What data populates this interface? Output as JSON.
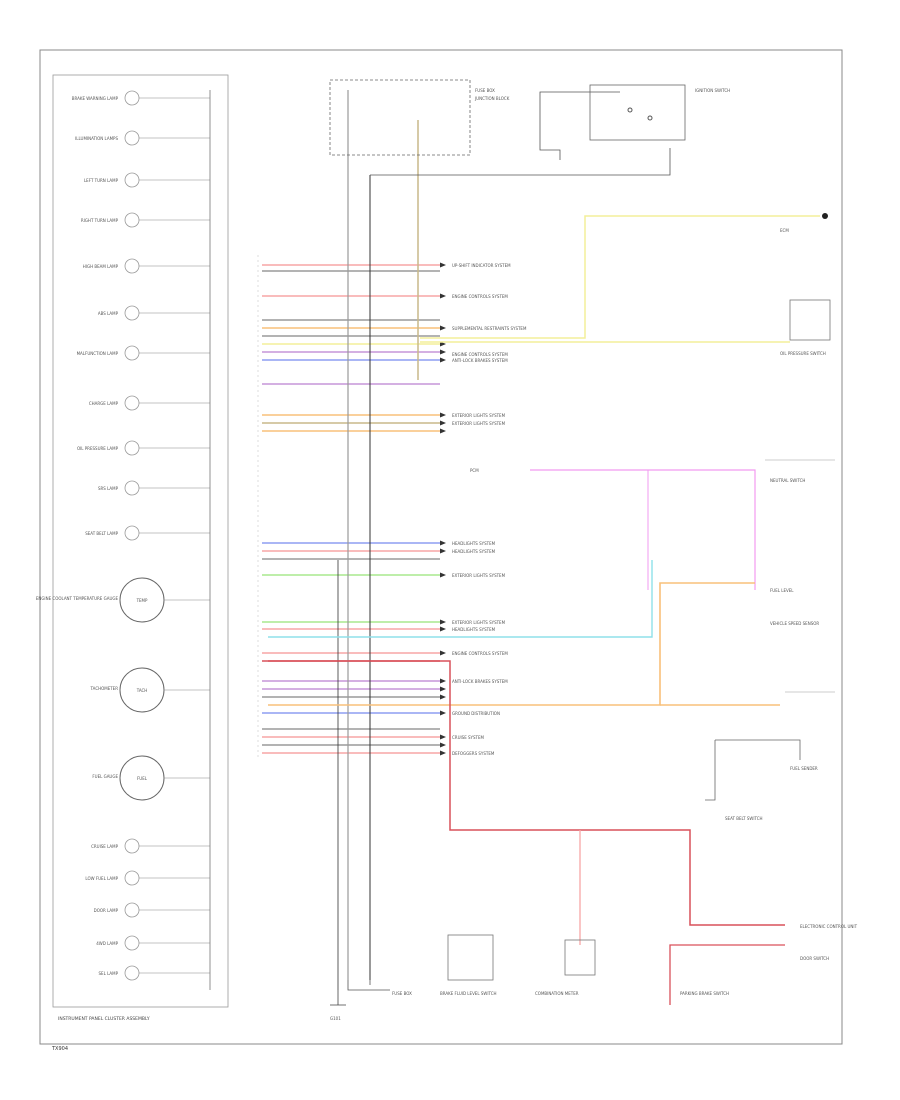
{
  "diagram": {
    "footer_code": "TX904",
    "cluster_label": "INSTRUMENT PANEL CLUSTER ASSEMBLY",
    "cluster_items": [
      "BRAKE WARNING LAMP",
      "ILLUMINATION LAMPS",
      "LEFT TURN LAMP",
      "RIGHT TURN LAMP",
      "HIGH BEAM LAMP",
      "ABS LAMP",
      "MALFUNCTION LAMP",
      "CHARGE LAMP",
      "OIL PRESSURE LAMP",
      "SRS LAMP",
      "SEAT BELT LAMP",
      "ENGINE COOLANT TEMPERATURE GAUGE",
      "TACHOMETER",
      "FUEL GAUGE",
      "CRUISE LAMP",
      "LOW FUEL LAMP",
      "DOOR LAMP",
      "4WD LAMP",
      "SEL LAMP"
    ],
    "gauge_labels": [
      "TEMP",
      "TACH",
      "FUEL"
    ],
    "wire_dests": [
      "UP-SHIFT INDICATOR SYSTEM",
      "ENGINE CONTROLS SYSTEM",
      "SUPPLEMENTAL RESTRAINTS SYSTEM",
      "ENGINE CONTROLS SYSTEM",
      "ANTI-LOCK BRAKES SYSTEM",
      "EXTERIOR LIGHTS SYSTEM",
      "EXTERIOR LIGHTS SYSTEM",
      "HEADLIGHTS SYSTEM",
      "HEADLIGHTS SYSTEM",
      "EXTERIOR LIGHTS SYSTEM",
      "EXTERIOR LIGHTS SYSTEM",
      "HEADLIGHTS SYSTEM",
      "ENGINE CONTROLS SYSTEM",
      "ANTI-LOCK BRAKES SYSTEM",
      "GROUND DISTRIBUTION",
      "CRUISE SYSTEM",
      "DEFOGGERS SYSTEM"
    ],
    "components": {
      "ignition_switch": "IGNITION SWITCH",
      "fuse_box": "FUSE BOX",
      "junction_box": "JUNCTION BLOCK",
      "oil_pressure": "OIL PRESSURE SWITCH",
      "vss": "VEHICLE SPEED SENSOR",
      "fuel_sender": "FUEL SENDER",
      "brake_fluid": "BRAKE FLUID LEVEL SWITCH",
      "parking_brake": "PARKING BRAKE SWITCH",
      "door_switch": "DOOR SWITCH",
      "ground": "G101",
      "ecm": "ECM",
      "pcm": "PCM",
      "fuel_level": "FUEL LEVEL",
      "neutral": "NEUTRAL SWITCH",
      "seat_belt": "SEAT BELT SWITCH",
      "electronic": "ELECTRONIC CONTROL UNIT",
      "combination": "COMBINATION METER"
    },
    "colors": {
      "red": "#f7a6a6",
      "dark_red": "#d9505a",
      "orange": "#f8c07a",
      "yellow": "#f3ef9a",
      "green": "#a9e88d",
      "cyan": "#8fe0ea",
      "blue": "#8d9df2",
      "purple": "#c596d8",
      "magenta": "#f29bf0",
      "tan": "#c9b98a",
      "gray": "#9a9a9a",
      "black": "#222222"
    }
  }
}
